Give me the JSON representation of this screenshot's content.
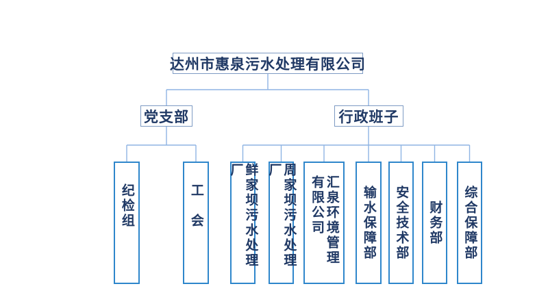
{
  "org": {
    "root": {
      "label": "达州市惠泉污水处理有限公司"
    },
    "level2": [
      {
        "id": "dangzhibu",
        "label": "党支部"
      },
      {
        "id": "xingzhengbanzi",
        "label": "行政班子"
      }
    ],
    "level3_party": [
      {
        "id": "jijianzu",
        "label": "纪检组"
      },
      {
        "id": "gonghui",
        "label": "工　会"
      }
    ],
    "level3_admin": [
      {
        "id": "xianjiaba",
        "label": "鲜家坝污水处理厂"
      },
      {
        "id": "zhoujiaba",
        "label": "周家坝污水处理厂"
      },
      {
        "id": "huiquan",
        "label": "汇泉环境管理有限公司"
      },
      {
        "id": "shushui",
        "label": "输水保障部"
      },
      {
        "id": "anquan",
        "label": "安全技术部"
      },
      {
        "id": "caiwu",
        "label": "财务部"
      },
      {
        "id": "zonghe",
        "label": "综合保障部"
      }
    ],
    "colors": {
      "background": "#FFFFFF",
      "text": "#1F3864",
      "connector_line": "#8EB4E3",
      "border_upper_boxes": "#7D9AC3",
      "border_department_boxes": "#2E86CB"
    }
  }
}
